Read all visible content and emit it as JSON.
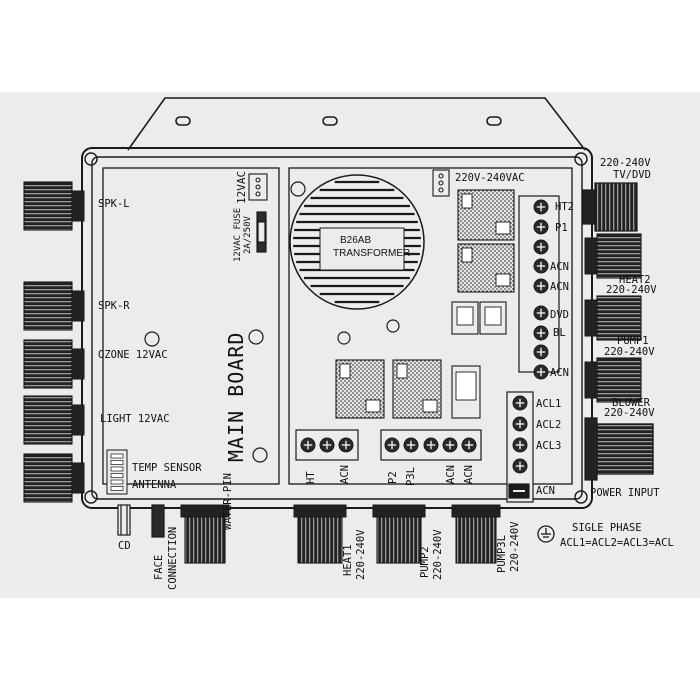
{
  "board": {
    "title": "MAIN BOARD",
    "transformer": [
      "B26AB",
      "TRANSFORMER"
    ],
    "fuse": "12VAC FUSE",
    "fuse_rating": "2A/250V",
    "header_12v": "12VAC",
    "header_220v": "220V-240VAC"
  },
  "left_ports": {
    "spk_l": "SPK-L",
    "spk_r": "SPK-R",
    "ozone": "OZONE 12VAC",
    "light": "LIGHT 12VAC",
    "temp_sensor": "TEMP SENSOR",
    "antenna": "ANTENNA"
  },
  "right_ports": {
    "tv_v": "220-240V",
    "tv": "TV/DVD",
    "heat2": "HEAT2",
    "heat2_v": "220-240V",
    "pump1": "PUMP1",
    "pump1_v": "220-240V",
    "blower": "BLOWER",
    "blower_v": "220-240V",
    "power": "POWER INPUT"
  },
  "terminals_right": {
    "ht2": "HT2",
    "p1": "P1",
    "acn_a": "ACN",
    "acn_b": "ACN",
    "dvd": "DVD",
    "bl": "BL",
    "acn_c": "ACN",
    "acl1": "ACL1",
    "acl2": "ACL2",
    "acl3": "ACL3",
    "acn_d": "ACN"
  },
  "terminals_bottom": {
    "ht": "HT",
    "p2": "P2",
    "p3l": "P3L",
    "acn_1": "ACN",
    "acn_2": "ACN",
    "acn_3": "ACN"
  },
  "bottom_ports": {
    "cd": "CD",
    "face_1": "FACE",
    "face_2": "CONNECTION",
    "water_pin": "WATER-PIN",
    "heat1": "HEAT1",
    "heat1_v": "220-240V",
    "pump2": "PUMP2",
    "pump2_v": "220-240V",
    "pump3": "PUMP3L",
    "pump3_v": "220-240V"
  },
  "phase": {
    "title": "SIGLE PHASE",
    "formula": "ACL1=ACL2=ACL3=ACL"
  },
  "colors": {
    "line": "#1a1a1a",
    "paper": "#ececec",
    "fill_dark": "#2a2a2a",
    "hatch": "#555555"
  }
}
